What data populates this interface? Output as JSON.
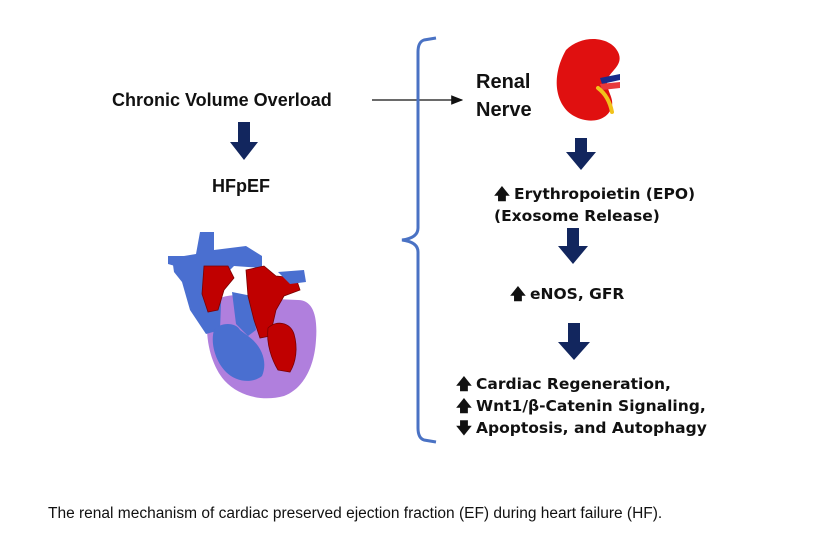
{
  "left": {
    "trigger": "Chronic Volume Overload",
    "condition": "HFpEF"
  },
  "right": {
    "organ_line1": "Renal",
    "organ_line2": "Nerve",
    "step1_line1": "Erythropoietin (EPO)",
    "step1_line2": "(Exosome Release)",
    "step2": "eNOS,  GFR",
    "step3_line1": "Cardiac Regeneration,",
    "step3_line2": "Wnt1/β-Catenin Signaling,",
    "step3_line3": "Apoptosis, and Autophagy"
  },
  "arrows": {
    "up": "🡅",
    "down": "🡇"
  },
  "caption": "The renal mechanism of cardiac preserved ejection fraction (EF) during heart failure (HF).",
  "colors": {
    "navy_arrow": "#12265e",
    "bracket": "#4a72c4",
    "heart_blue": "#4a6fd0",
    "heart_red": "#c00000",
    "heart_purple": "#b07fdd",
    "kidney_red": "#e01010"
  }
}
